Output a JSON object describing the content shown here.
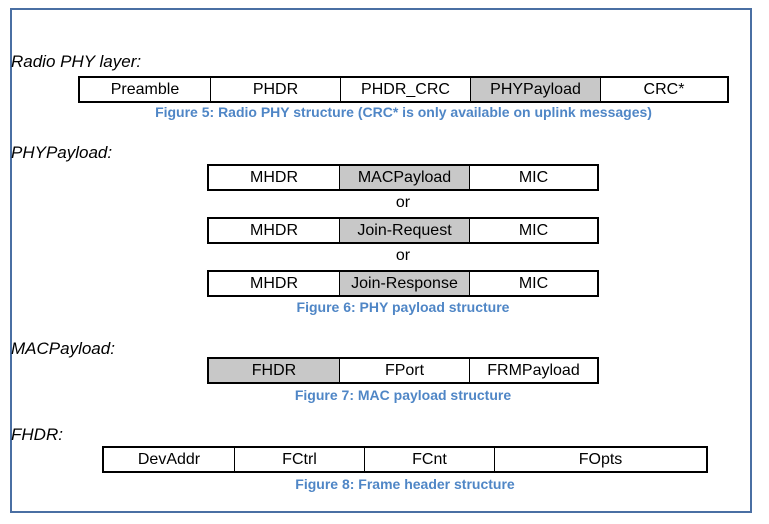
{
  "radio": {
    "heading": "Radio PHY layer:",
    "cells": [
      {
        "label": "Preamble",
        "highlight": false
      },
      {
        "label": "PHDR",
        "highlight": false
      },
      {
        "label": "PHDR_CRC",
        "highlight": false
      },
      {
        "label": "PHYPayload",
        "highlight": true
      },
      {
        "label": "CRC*",
        "highlight": false
      }
    ],
    "caption": "Figure 5: Radio PHY structure (CRC* is only available on uplink messages)"
  },
  "phypayload": {
    "heading": "PHYPayload:",
    "row1": [
      {
        "label": "MHDR",
        "highlight": false
      },
      {
        "label": "MACPayload",
        "highlight": true
      },
      {
        "label": "MIC",
        "highlight": false
      }
    ],
    "or1": "or",
    "row2": [
      {
        "label": "MHDR",
        "highlight": false
      },
      {
        "label": "Join-Request",
        "highlight": true
      },
      {
        "label": "MIC",
        "highlight": false
      }
    ],
    "or2": "or",
    "row3": [
      {
        "label": "MHDR",
        "highlight": false
      },
      {
        "label": "Join-Response",
        "highlight": true
      },
      {
        "label": "MIC",
        "highlight": false
      }
    ],
    "caption": "Figure 6: PHY payload structure"
  },
  "macpayload": {
    "heading": "MACPayload:",
    "cells": [
      {
        "label": "FHDR",
        "highlight": true
      },
      {
        "label": "FPort",
        "highlight": false
      },
      {
        "label": "FRMPayload",
        "highlight": false
      }
    ],
    "caption": "Figure 7: MAC payload structure"
  },
  "fhdr": {
    "heading": "FHDR:",
    "cells": [
      {
        "label": "DevAddr",
        "highlight": false
      },
      {
        "label": "FCtrl",
        "highlight": false
      },
      {
        "label": "FCnt",
        "highlight": false
      },
      {
        "label": "FOpts",
        "highlight": false
      }
    ],
    "caption": "Figure 8: Frame header structure"
  },
  "colors": {
    "border": "#4a6fa3",
    "caption": "#4f86c6",
    "highlight": "#c8c8c8"
  }
}
